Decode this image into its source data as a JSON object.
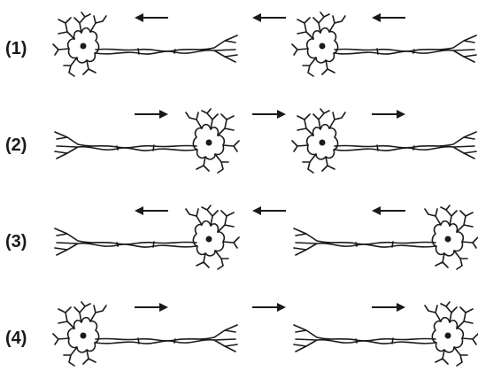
{
  "rows": [
    {
      "label": "(1)",
      "arrow_direction": "left",
      "neurons": [
        {
          "cell_body_side": "left",
          "terminal_side": "right"
        },
        {
          "cell_body_side": "left",
          "terminal_side": "right"
        }
      ]
    },
    {
      "label": "(2)",
      "arrow_direction": "right",
      "neurons": [
        {
          "cell_body_side": "right",
          "terminal_side": "left"
        },
        {
          "cell_body_side": "left",
          "terminal_side": "right"
        }
      ]
    },
    {
      "label": "(3)",
      "arrow_direction": "left",
      "neurons": [
        {
          "cell_body_side": "right",
          "terminal_side": "left"
        },
        {
          "cell_body_side": "right",
          "terminal_side": "left"
        }
      ]
    },
    {
      "label": "(4)",
      "arrow_direction": "right",
      "neurons": [
        {
          "cell_body_side": "left",
          "terminal_side": "right"
        },
        {
          "cell_body_side": "right",
          "terminal_side": "left"
        }
      ]
    }
  ],
  "colors": {
    "stroke": "#1a1a1a",
    "background": "#ffffff"
  }
}
